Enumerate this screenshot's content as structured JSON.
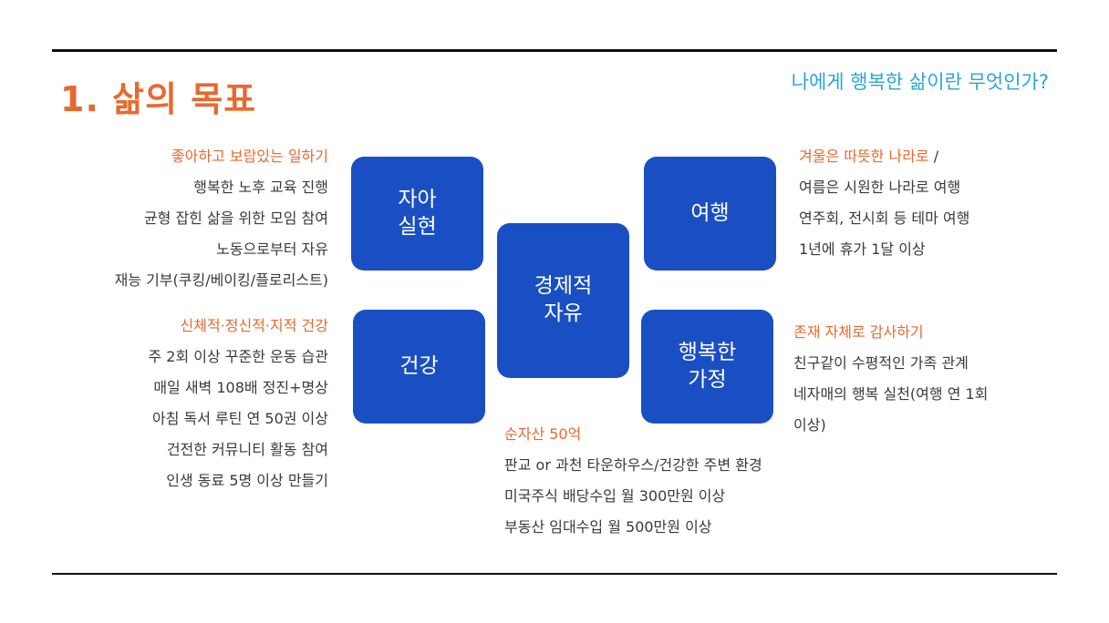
{
  "title": "1. 삶의 목표",
  "subtitle": "나에게 행복한 삶이란 무엇인가?",
  "boxes": {
    "self": "자아\n실현",
    "travel": "여행",
    "finance": "경제적\n자유",
    "health": "건강",
    "family": "행복한\n가정"
  },
  "self": {
    "heading": "좋아하고 보람있는 일하기",
    "items": [
      "행복한 노후 교육 진행",
      "균형 잡힌 삶을 위한 모임 참여",
      "노동으로부터 자유",
      "재능 기부(쿠킹/베이킹/플로리스트)"
    ]
  },
  "health": {
    "heading": "신체적·정신적·지적 건강",
    "items": [
      "주 2회 이상 꾸준한 운동 습관",
      "매일 새벽 108배 정진+명상",
      "아침 독서 루틴 연 50권 이상",
      "건전한 커뮤니티 활동 참여",
      "인생 동료 5명 이상 만들기"
    ]
  },
  "travel": {
    "heading": "겨울은 따뜻한 나라로",
    "heading_suffix": " /",
    "items": [
      "여름은 시원한 나라로 여행",
      "연주회, 전시회 등 테마 여행",
      "1년에 휴가 1달 이상"
    ]
  },
  "family": {
    "heading": "존재 자체로 감사하기",
    "items": [
      "친구같이 수평적인 가족 관계",
      "네자매의 행복 실천(여행 연 1회",
      "이상)"
    ]
  },
  "finance": {
    "heading": "순자산 50억",
    "items": [
      "판교 or 과천 타운하우스/건강한 주변 환경",
      "미국주식 배당수입 월 300만원 이상",
      "부동산 임대수입 월 500만원 이상"
    ]
  }
}
